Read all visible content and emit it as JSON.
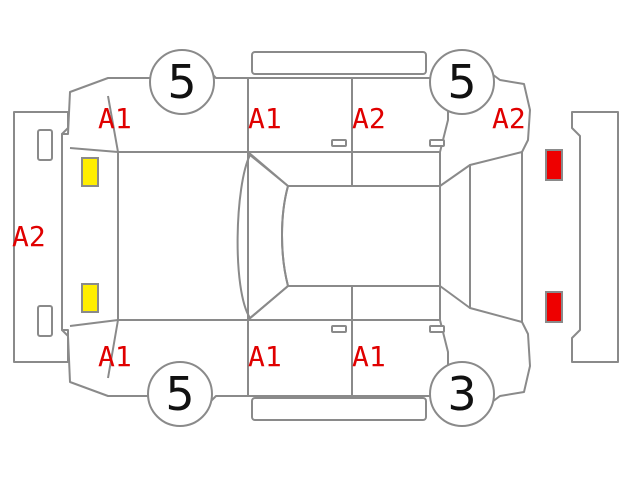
{
  "colors": {
    "outline": "#8a8a8a",
    "damage_code": "#e00000",
    "front_lamp": "#ffee00",
    "rear_lamp": "#ee0000"
  },
  "tires": {
    "front_left": "5",
    "rear_left": "5",
    "front_right": "5",
    "rear_right": "3"
  },
  "damage_codes": {
    "front_bumper": "A2",
    "left_front_fender": "A1",
    "left_front_door": "A1",
    "left_rear_door": "A2",
    "left_rear_quarter": "A2",
    "right_front_fender": "A1",
    "right_front_door": "A1",
    "right_rear_door": "A1"
  },
  "lamps": {
    "front": "yellow",
    "rear": "red"
  }
}
